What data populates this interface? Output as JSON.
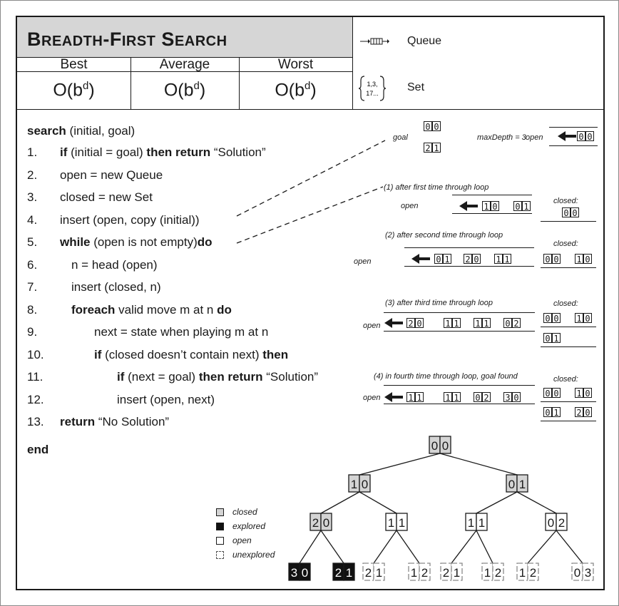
{
  "title": {
    "first": "B",
    "rest1": "READTH",
    "dash": "-",
    "first2": "F",
    "rest2": "IRST",
    "first3": "S",
    "rest3": "EARCH"
  },
  "complexity": {
    "headers": [
      "Best",
      "Average",
      "Worst"
    ],
    "values": [
      {
        "base": "O(b",
        "sup": "d",
        "close": ")"
      },
      {
        "base": "O(b",
        "sup": "d",
        "close": ")"
      },
      {
        "base": "O(b",
        "sup": "d",
        "close": ")"
      }
    ]
  },
  "structures": [
    {
      "icon": "queue-icon",
      "label": "Queue"
    },
    {
      "icon": "set-icon",
      "label": "Set",
      "icon_text": [
        "1,3,",
        "17..."
      ]
    }
  ],
  "code": {
    "header": {
      "kw": "search",
      "rest": " (initial, goal)"
    },
    "lines": [
      {
        "n": "1.",
        "parts": [
          [
            "k",
            "if"
          ],
          [
            "t",
            " (initial = goal) "
          ],
          [
            "k",
            "then return"
          ],
          [
            "t",
            " “Solution”"
          ]
        ]
      },
      {
        "n": "2.",
        "parts": [
          [
            "t",
            "open = new Queue"
          ]
        ]
      },
      {
        "n": "3.",
        "parts": [
          [
            "t",
            "closed = new Set"
          ]
        ]
      },
      {
        "n": "4.",
        "parts": [
          [
            "t",
            "insert (open, copy (initial))"
          ]
        ]
      },
      {
        "n": "5.",
        "parts": [
          [
            "k",
            "while"
          ],
          [
            "t",
            " (open is not empty)"
          ],
          [
            "k",
            "do"
          ]
        ]
      },
      {
        "n": "6.",
        "parts": [
          [
            "t",
            "n = head (open)"
          ]
        ]
      },
      {
        "n": "7.",
        "parts": [
          [
            "t",
            "insert (closed, n)"
          ]
        ]
      },
      {
        "n": "8.",
        "parts": [
          [
            "k",
            "foreach"
          ],
          [
            "t",
            " valid move m at n "
          ],
          [
            "k",
            "do"
          ]
        ]
      },
      {
        "n": "9.",
        "parts": [
          [
            "t",
            "next = state when playing m at n"
          ]
        ]
      },
      {
        "n": "10.",
        "parts": [
          [
            "k",
            "if"
          ],
          [
            "t",
            " (closed doesn’t contain next) "
          ],
          [
            "k",
            "then"
          ]
        ]
      },
      {
        "n": "11.",
        "parts": [
          [
            "k",
            "if"
          ],
          [
            "t",
            " (next = goal) "
          ],
          [
            "k",
            "then return"
          ],
          [
            "t",
            " “Solution”"
          ]
        ]
      },
      {
        "n": "12.",
        "parts": [
          [
            "t",
            "insert (open, next)"
          ]
        ]
      },
      {
        "n": "13.",
        "parts": [
          [
            "k",
            "return"
          ],
          [
            "t",
            " “No Solution”"
          ]
        ]
      }
    ],
    "footer": "end"
  },
  "trace": {
    "goal_label": "goal",
    "goal_cells": [
      "0 0",
      "2 1"
    ],
    "max_depth": "maxDepth = 3",
    "open_label": "open",
    "closed_label": "closed:",
    "initial_open": [
      "0 0"
    ],
    "steps": [
      {
        "caption": "(1) after first time through loop",
        "open": [
          "1 0",
          "0 1"
        ],
        "closed": [
          "0 0"
        ]
      },
      {
        "caption": "(2) after second time through loop",
        "open": [
          "0 1",
          "2 0",
          "1 1"
        ],
        "closed": [
          "0 0",
          "1 0"
        ]
      },
      {
        "caption": "(3) after third time through loop",
        "open": [
          "2 0",
          "1 1",
          "1 1",
          "0 2"
        ],
        "closed": [
          "0 0",
          "1 0",
          "0 1"
        ]
      },
      {
        "caption": "(4) in fourth time through loop, goal found",
        "open": [
          "1 1",
          "1 1",
          "0 2",
          "3 0"
        ],
        "closed": [
          "0 0",
          "1 0",
          "0 1",
          "2 0"
        ]
      }
    ]
  },
  "legend": [
    {
      "label": "closed",
      "state": "closed"
    },
    {
      "label": "explored",
      "state": "explored"
    },
    {
      "label": "open",
      "state": "open"
    },
    {
      "label": "unexplored",
      "state": "unexplored"
    }
  ],
  "tree": {
    "colors": {
      "closed": "#d4d4d4",
      "explored": "#111111",
      "open": "#ffffff",
      "unexplored": "#ffffff"
    },
    "nodes": [
      {
        "id": "r",
        "label": [
          "0",
          "0"
        ],
        "state": "closed"
      },
      {
        "id": "a",
        "label": [
          "1",
          "0"
        ],
        "state": "closed",
        "parent": "r"
      },
      {
        "id": "b",
        "label": [
          "0",
          "1"
        ],
        "state": "closed",
        "parent": "r"
      },
      {
        "id": "aa",
        "label": [
          "2",
          "0"
        ],
        "state": "closed",
        "parent": "a"
      },
      {
        "id": "ab",
        "label": [
          "1",
          "1"
        ],
        "state": "open",
        "parent": "a"
      },
      {
        "id": "ba",
        "label": [
          "1",
          "1"
        ],
        "state": "open",
        "parent": "b"
      },
      {
        "id": "bb",
        "label": [
          "0",
          "2"
        ],
        "state": "open",
        "parent": "b"
      },
      {
        "id": "aa1",
        "label": [
          "3",
          "0"
        ],
        "state": "explored",
        "parent": "aa"
      },
      {
        "id": "aa2",
        "label": [
          "2",
          "1"
        ],
        "state": "explored",
        "parent": "aa"
      },
      {
        "id": "ab1",
        "label": [
          "2",
          "1"
        ],
        "state": "unexplored",
        "parent": "ab"
      },
      {
        "id": "ab2",
        "label": [
          "1",
          "2"
        ],
        "state": "unexplored",
        "parent": "ab"
      },
      {
        "id": "ba1",
        "label": [
          "2",
          "1"
        ],
        "state": "unexplored",
        "parent": "ba"
      },
      {
        "id": "ba2",
        "label": [
          "1",
          "2"
        ],
        "state": "unexplored",
        "parent": "ba"
      },
      {
        "id": "bb1",
        "label": [
          "1",
          "2"
        ],
        "state": "unexplored",
        "parent": "bb"
      },
      {
        "id": "bb2",
        "label": [
          "0",
          "3"
        ],
        "state": "unexplored",
        "parent": "bb"
      }
    ]
  }
}
